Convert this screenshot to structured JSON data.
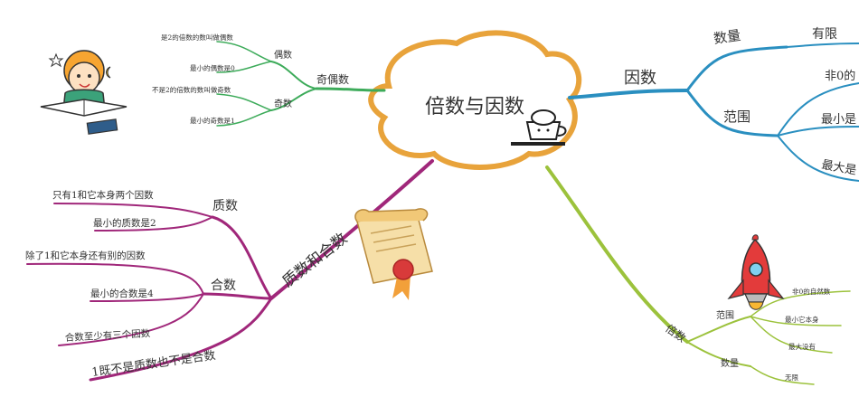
{
  "center": {
    "title": "倍数与因数"
  },
  "branches": {
    "odd_even": {
      "label": "奇偶数",
      "even": {
        "label": "偶数",
        "leaves": [
          "是2的倍数的数叫做偶数",
          "最小的偶数是0"
        ]
      },
      "odd": {
        "label": "奇数",
        "leaves": [
          "不是2的倍数的数叫做奇数",
          "最小的奇数是1"
        ]
      }
    },
    "factor": {
      "label": "因数",
      "quantity": {
        "label": "数量",
        "leaf": "有限"
      },
      "range": {
        "label": "范围",
        "leaves": [
          "非0的",
          "最小是",
          "最大是"
        ]
      }
    },
    "prime_composite": {
      "label": "质数和合数",
      "prime": {
        "label": "质数",
        "leaves": [
          "只有1和它本身两个因数",
          "最小的质数是2"
        ]
      },
      "composite": {
        "label": "合数",
        "leaves": [
          "除了1和它本身还有别的因数",
          "最小的合数是4",
          "合数至少有三个因数"
        ]
      },
      "note": "1既不是质数也不是合数"
    },
    "multiple": {
      "label": "倍数",
      "range": {
        "label": "范围",
        "leaves": [
          "非0的自然数",
          "最小它本身",
          "最大没有"
        ]
      },
      "quantity": {
        "label": "数量",
        "leaf": "无限"
      }
    }
  },
  "colors": {
    "center_outline": "#e8a33b",
    "odd_even": "#3dab5a",
    "factor": "#2a8fc0",
    "prime_composite": "#a0277a",
    "multiple": "#9cc23c"
  },
  "icons": [
    "child-reading-icon",
    "coffee-cup-icon",
    "diploma-scroll-icon",
    "rocket-icon"
  ]
}
